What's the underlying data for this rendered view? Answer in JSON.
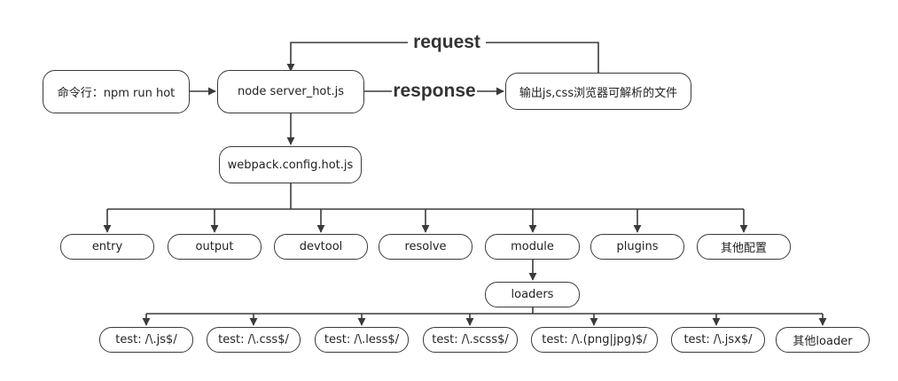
{
  "nodes": {
    "cli": "命令行：npm run hot",
    "server": "node server_hot.js",
    "output_files": "输出js,css浏览器可解析的文件",
    "webpack_config": "webpack.config.hot.js",
    "entry": "entry",
    "output": "output",
    "devtool": "devtool",
    "resolve": "resolve",
    "module": "module",
    "plugins": "plugins",
    "other_config": "其他配置",
    "loaders": "loaders",
    "test_js": "test: /\\.js$/",
    "test_css": "test: /\\.css$/",
    "test_less": "test: /\\.less$/",
    "test_scss": "test: /\\.scss$/",
    "test_img": "test: /\\.(png|jpg)$/",
    "test_jsx": "test: /\\.jsx$/",
    "other_loader": "其他loader"
  },
  "edges": {
    "request": "request",
    "response": "response"
  },
  "colors": {
    "stroke": "#3a3a3a",
    "text": "#222222"
  }
}
